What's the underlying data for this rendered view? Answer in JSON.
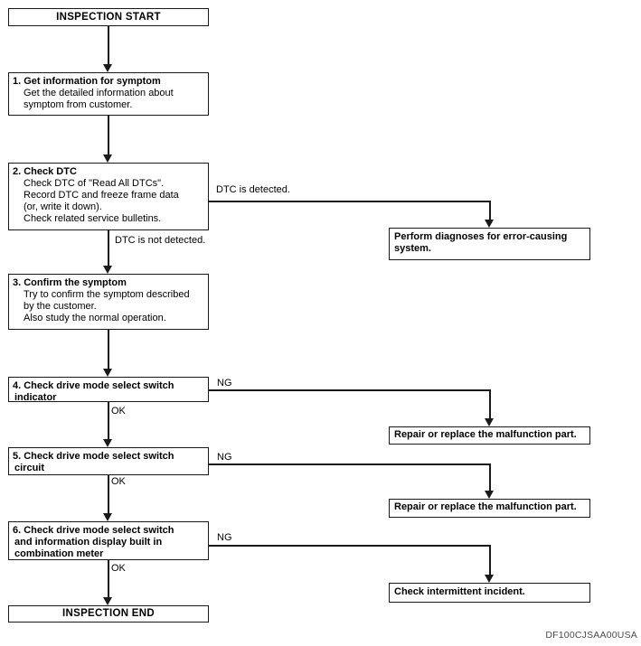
{
  "colors": {
    "ink": "#1a1a1a",
    "background": "#ffffff"
  },
  "flowchart": {
    "terminals": {
      "start": "INSPECTION START",
      "end": "INSPECTION END"
    },
    "steps": [
      {
        "heading": [
          "1. Get information for symptom"
        ],
        "body": [
          "Get the detailed information about",
          "symptom from customer."
        ]
      },
      {
        "heading": [
          "2. Check DTC"
        ],
        "body": [
          "Check DTC of \"Read All DTCs\".",
          "Record DTC and freeze frame data",
          "(or, write it down).",
          "Check related service bulletins."
        ]
      },
      {
        "heading": [
          "3. Confirm the symptom"
        ],
        "body": [
          "Try to confirm the symptom described",
          "by the customer.",
          "Also study the normal operation."
        ]
      },
      {
        "heading": [
          "4. Check drive mode select switch",
          "indicator"
        ],
        "body": []
      },
      {
        "heading": [
          "5. Check drive mode select switch",
          "circuit"
        ],
        "body": []
      },
      {
        "heading": [
          "6. Check drive mode select switch",
          "and information display built in",
          "combination meter"
        ],
        "body": []
      }
    ],
    "outcomes": {
      "dtc_detected": [
        "Perform diagnoses for error-causing",
        "system."
      ],
      "repair_1": [
        "Repair or replace the malfunction part."
      ],
      "repair_2": [
        "Repair or replace the malfunction part."
      ],
      "intermittent": [
        "Check intermittent incident."
      ]
    },
    "branch_labels": {
      "dtc_detected": "DTC is detected.",
      "dtc_not_detected": "DTC is not detected.",
      "ng_1": "NG",
      "ok_1": "OK",
      "ng_2": "NG",
      "ok_2": "OK",
      "ng_3": "NG",
      "ok_3": "OK"
    },
    "reference_code": "DF100CJSAA00USA"
  }
}
